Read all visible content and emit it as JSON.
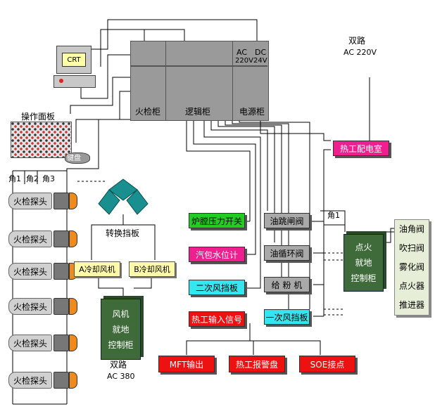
{
  "crt": {
    "screen_label": "CRT"
  },
  "operation_panel": {
    "label": "操作面板"
  },
  "keyboard": {
    "label": "键盘"
  },
  "main_cabinet": {
    "flame_cabinet": "火检柜",
    "logic_cabinet": "逻辑柜",
    "power_cabinet": "电源柜",
    "power_ac": "AC",
    "power_ac_value": "220V",
    "power_dc": "DC",
    "power_dc_value": "24V"
  },
  "dual_supply_top": {
    "line1": "双路",
    "line2": "AC 220V"
  },
  "thermal_distribution_room": "热工配电室",
  "angle_labels": [
    "角1",
    "角2",
    "角3"
  ],
  "angle_right": "角1",
  "flame_detectors": [
    "火检探头",
    "火检探头",
    "火检探头",
    "火检探头",
    "火检探头",
    "火检探头"
  ],
  "switch_baffle": "转换挡板",
  "cooling_fans": {
    "a": "A冷却风机",
    "b": "B冷却风机"
  },
  "fan_cabinet": {
    "line1": "风机",
    "line2": "就地",
    "line3": "控制柜"
  },
  "fan_supply": {
    "line1": "双路",
    "line2": "AC 380"
  },
  "signals_left": [
    "炉膛压力开关",
    "汽包水位计",
    "二次风挡板",
    "热工输入信号"
  ],
  "signals_mid": [
    "油跳闸阀",
    "油循环阀",
    "给 粉 机",
    "一次风挡板"
  ],
  "ignition_cabinet": {
    "line1": "点火",
    "line2": "就地",
    "line3": "控制柜"
  },
  "ignition_devices": [
    "油角阀",
    "吹扫阀",
    "雾化阀",
    "点火器",
    "推进器"
  ],
  "outputs": [
    "MFT输出",
    "热工报警盘",
    "SOE接点"
  ],
  "colors": {
    "green": "#22cc22",
    "pink": "#ee1f8e",
    "cyan": "#33e6f0",
    "red": "#ee1111",
    "yellow": "#fff9aa",
    "olive": "#3f6b3a",
    "teal": "#1a8f8f",
    "orange": "#f08a1a"
  }
}
